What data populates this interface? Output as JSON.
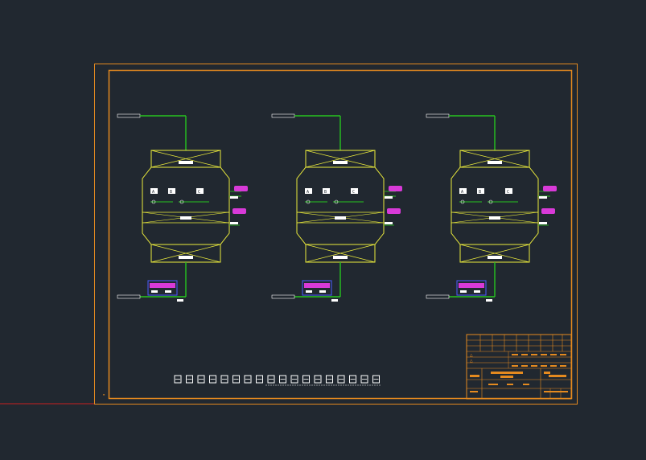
{
  "drawing": {
    "units": [
      {
        "id": "unit-1",
        "tags": [
          "A",
          "B",
          "C"
        ]
      },
      {
        "id": "unit-2",
        "tags": [
          "A",
          "B",
          "C"
        ]
      },
      {
        "id": "unit-3",
        "tags": [
          "A",
          "B",
          "C"
        ]
      }
    ],
    "title_block": {
      "header_cells": [
        "",
        "",
        "",
        "",
        "",
        "",
        ""
      ],
      "designer_label": "",
      "project_name": "",
      "drawing_name": "",
      "drawing_no": ""
    },
    "notes_line": ""
  },
  "colors": {
    "background": "#212830",
    "frame": "#e58a1f",
    "vessel": "#ecec3c",
    "pipe": "#27c41f",
    "tag_fill": "#d83ad8",
    "tag_label": "#ffffff",
    "red_axis": "#c62121"
  }
}
